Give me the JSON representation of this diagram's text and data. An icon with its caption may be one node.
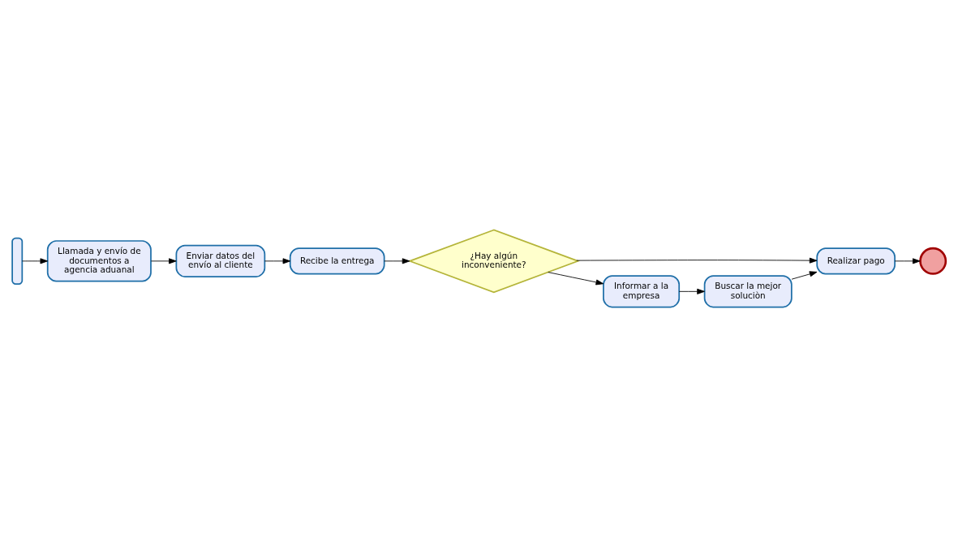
{
  "diagram": {
    "nodes": [
      {
        "text": [],
        "shape": "box"
      },
      {
        "text": [
          "Llamada y envío de documentos a agencia aduanal"
        ]
      },
      {
        "text": [
          "Enviar datos del envío al cliente"
        ]
      },
      {
        "text": [
          "Recibe la entrega"
        ]
      },
      {
        "text": [
          "¿Hay algún inconveniente?"
        ]
      },
      {
        "text": [
          "Realizar pago"
        ]
      },
      {
        "text": [
          "Informar a la empresa"
        ]
      },
      {
        "text": [
          "Buscar la mejor soluciòn"
        ]
      },
      {
        "text": [],
        "shape": "circle"
      }
    ],
    "edges": [
      {
        "from": 0,
        "to": 1,
        "arrow": "to"
      },
      {
        "from": 1,
        "to": 2,
        "arrow": "to"
      },
      {
        "from": 2,
        "to": 3,
        "arrow": "to"
      },
      {
        "from": 3,
        "to": 4,
        "arrow": "to"
      },
      {
        "from": 4,
        "to": 5,
        "arrow": "to"
      },
      {
        "from": 4,
        "to": 6,
        "arrow": "to"
      },
      {
        "from": 5,
        "to": 8,
        "arrow": "to"
      },
      {
        "from": 6,
        "to": 7,
        "arrow": "to"
      },
      {
        "from": 7,
        "to": 5,
        "arrow": "to"
      }
    ]
  }
}
